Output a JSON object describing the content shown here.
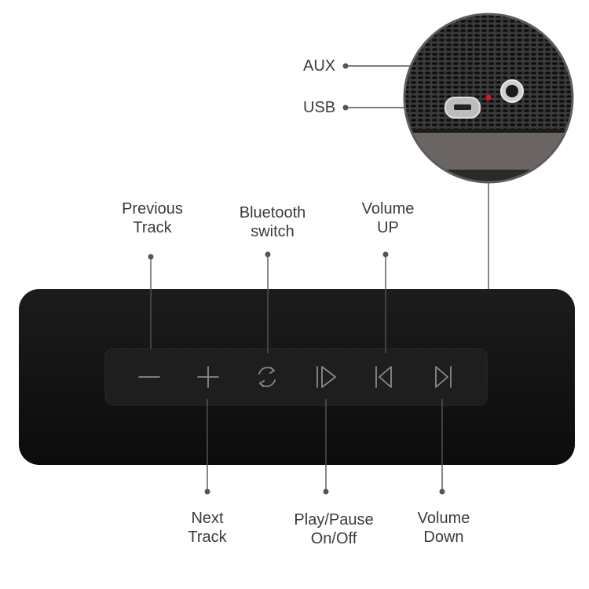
{
  "ports": {
    "aux_label": "AUX",
    "usb_label": "USB"
  },
  "buttons": [
    {
      "id": "previous-track",
      "line1": "Previous",
      "line2": "Track",
      "icon": "minus-icon"
    },
    {
      "id": "next-track",
      "line1": "Next",
      "line2": "Track",
      "icon": "plus-icon"
    },
    {
      "id": "bluetooth-switch",
      "line1": "Bluetooth",
      "line2": "switch",
      "icon": "cycle-arrows-icon"
    },
    {
      "id": "play-pause",
      "line1": "Play/Pause",
      "line2": "On/Off",
      "icon": "play-icon"
    },
    {
      "id": "volume-up",
      "line1": "Volume",
      "line2": "UP",
      "icon": "skip-back-icon"
    },
    {
      "id": "volume-down",
      "line1": "Volume",
      "line2": "Down",
      "icon": "skip-forward-icon"
    }
  ],
  "colors": {
    "device_body": "#141414",
    "button_panel": "#1d1d1d",
    "icon_stroke": "#8a8a8a",
    "leader_line": "#555555",
    "label_text": "#3b3b3b",
    "led": "#e0141e"
  }
}
